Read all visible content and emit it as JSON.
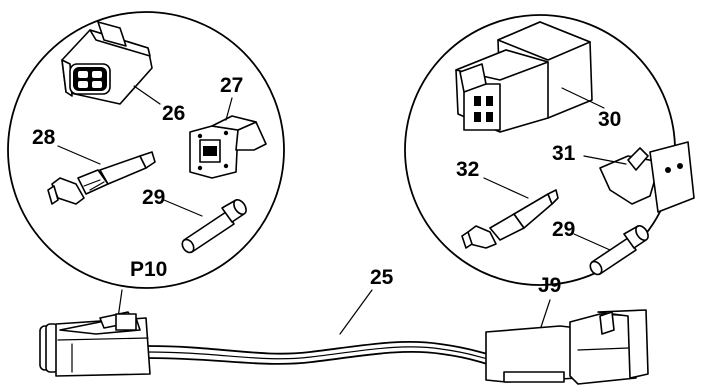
{
  "callouts": {
    "c25": "25",
    "c26": "26",
    "c27": "27",
    "c28": "28",
    "c29_left": "29",
    "c29_right": "29",
    "c30": "30",
    "c31": "31",
    "c32": "32",
    "p10": "P10",
    "j9": "J9"
  },
  "parts": {
    "p26": "connector-housing-4-way-icon",
    "p27": "wedge-lock-icon",
    "p28": "socket-terminal-icon",
    "p29": "seal-plug-icon",
    "p30": "receptacle-housing-icon",
    "p31": "wedge-lock-icon",
    "p32": "pin-terminal-icon"
  }
}
